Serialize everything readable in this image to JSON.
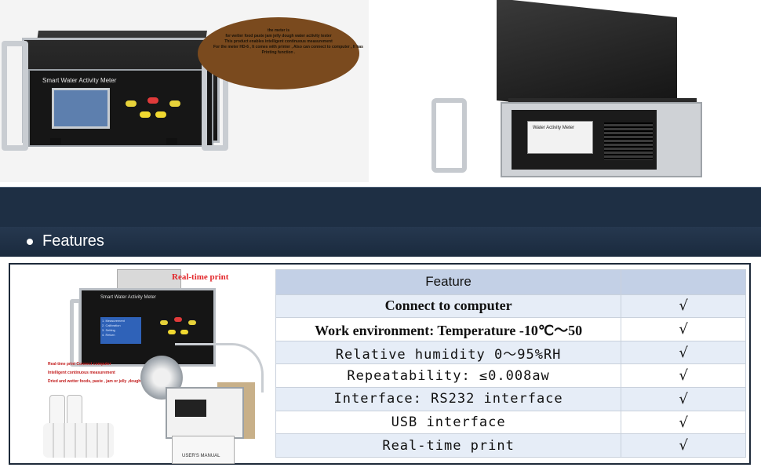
{
  "top_left_image": {
    "meter_panel_title": "Smart Water Activity Meter",
    "note_lines": [
      "the meter is",
      "for wetter food paste jam jelly dough water activity tester",
      "This product enables intelligent continuous measurement",
      "For the meter HD-6 , It comes with printer , Also can connect to computer , It has",
      "Printing function ."
    ]
  },
  "top_right_image": {
    "label_title": "Water Activity Meter"
  },
  "section": {
    "title": "Features"
  },
  "photo": {
    "realtime_label": "Real-time print",
    "meter_title": "Smart Water Activity Meter",
    "lcd_lines": [
      "1. Measurement",
      "2. Calibration",
      "3. Setting",
      "4. Return"
    ],
    "check_items": [
      "Real-time print Connect computer",
      "Intelligent continuous measurement",
      "Dried and wetter foods, paste , jam or jelly ,dough"
    ],
    "manual_text": "USER'S MANUAL"
  },
  "table": {
    "header": [
      "Feature",
      ""
    ],
    "rows": [
      {
        "feature": "Connect to computer",
        "mark": "√",
        "style": "bold-serif"
      },
      {
        "feature": "Work environment: Temperature -10℃～50",
        "mark": "√",
        "style": "bold-serif"
      },
      {
        "feature": "Relative humidity 0～95%RH",
        "mark": "√",
        "style": "mono"
      },
      {
        "feature": "Repeatability: ≤0.008aw",
        "mark": "√",
        "style": "mono"
      },
      {
        "feature": "Interface: RS232 interface",
        "mark": "√",
        "style": "mono"
      },
      {
        "feature": "USB interface",
        "mark": "√",
        "style": "mono"
      },
      {
        "feature": "Real-time print",
        "mark": "√",
        "style": "mono"
      }
    ]
  },
  "colors": {
    "band_dark": "#1e2f44",
    "header_blue": "#c3d0e6",
    "row_tint": "#e6edf7",
    "accent_red": "#e3262a",
    "note_brown": "#7a4a1e"
  }
}
